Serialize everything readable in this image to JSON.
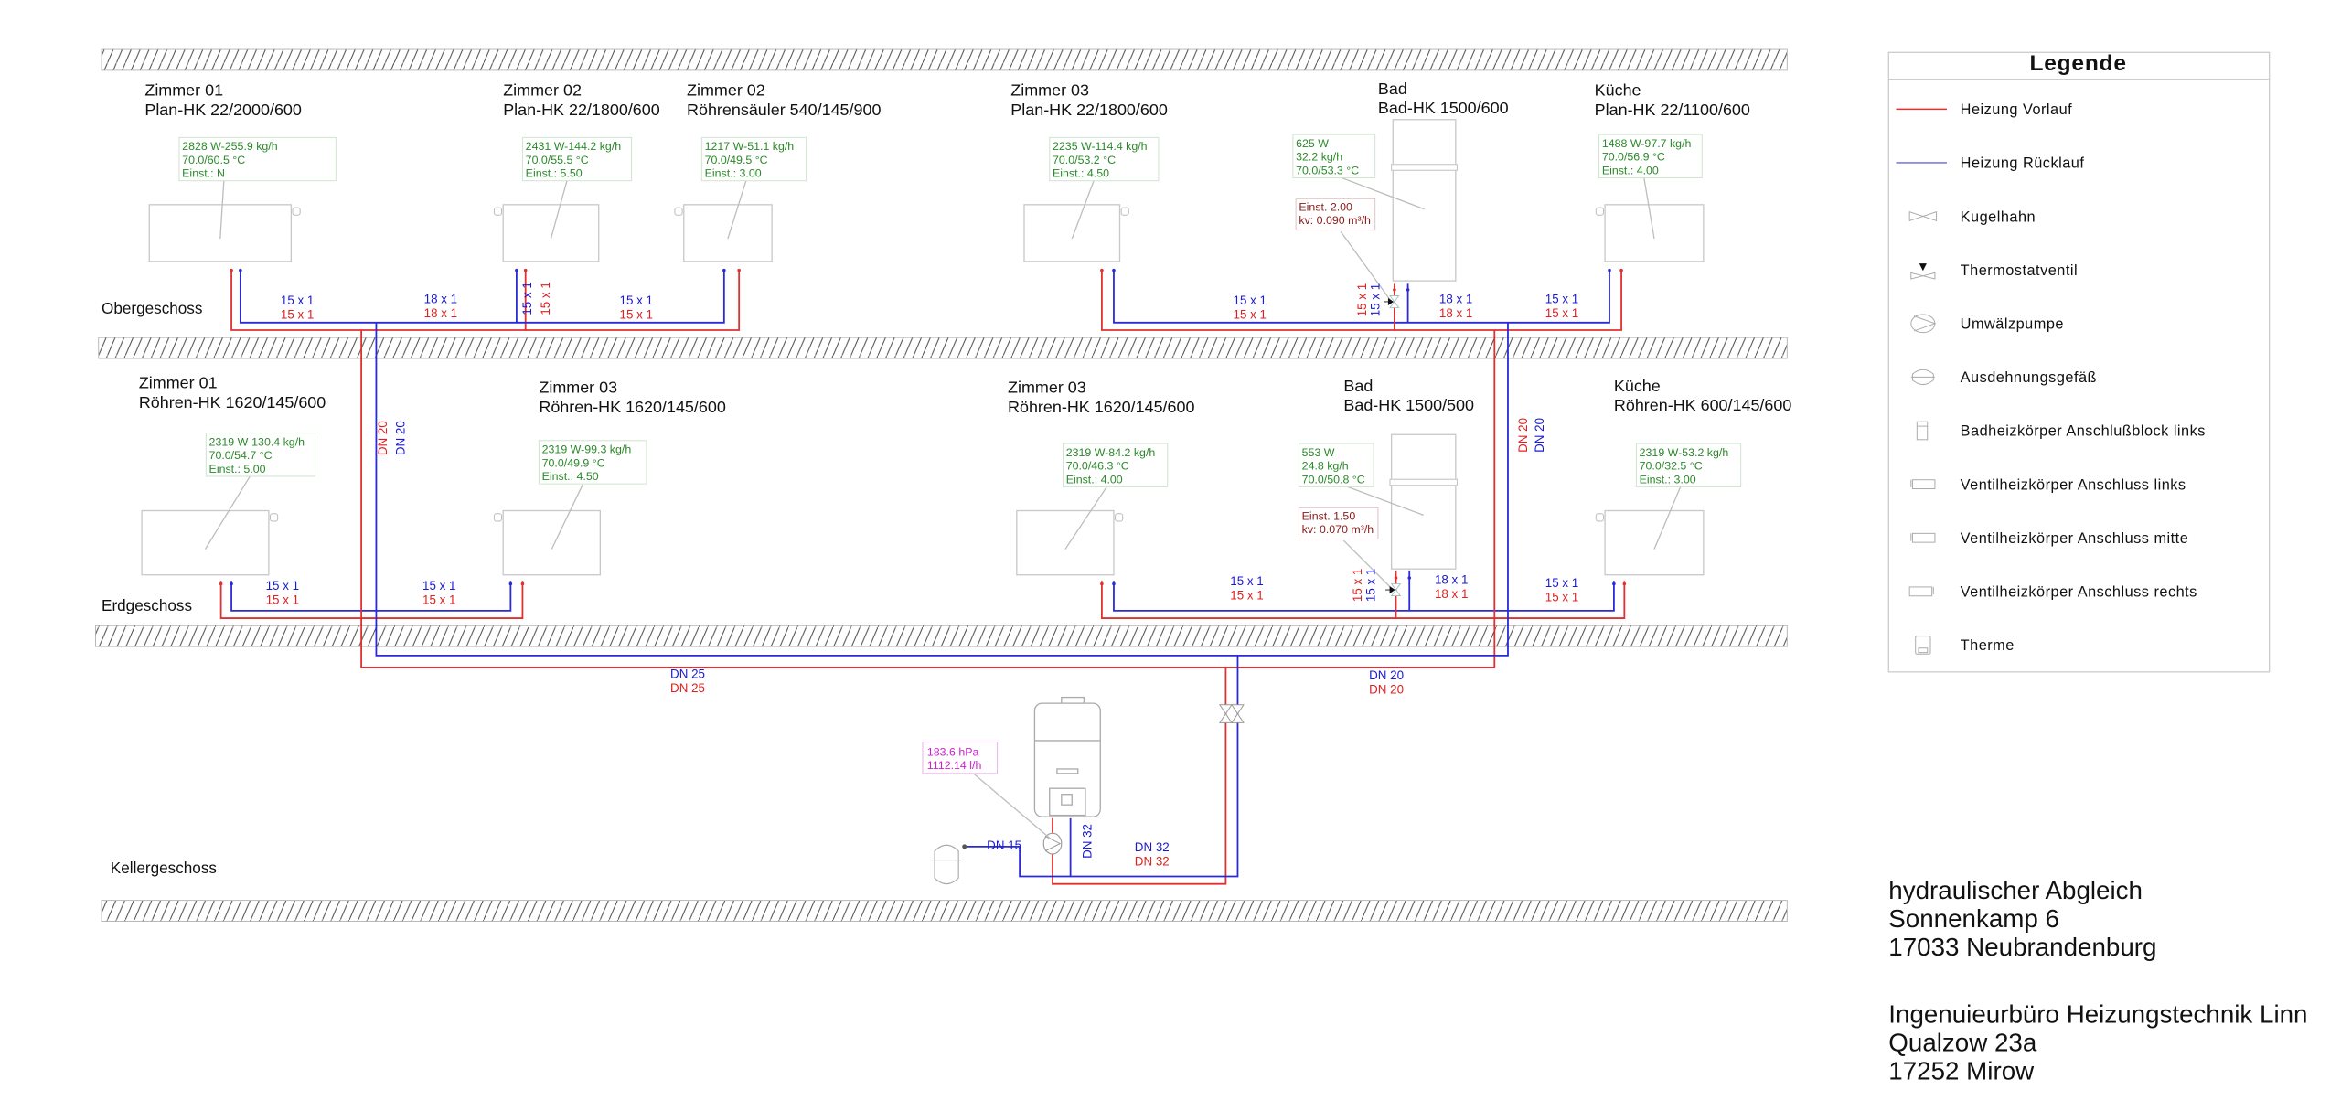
{
  "floors": {
    "og": "Obergeschoss",
    "eg": "Erdgeschoss",
    "kg": "Kellergeschoss"
  },
  "radiators": [
    {
      "room": "Zimmer 01",
      "type": "Plan-HK 22/2000/600",
      "info": [
        "2828 W-255.9 kg/h",
        "70.0/60.5 °C",
        "Einst.: N"
      ]
    },
    {
      "room": "Zimmer 02",
      "type": "Plan-HK 22/1800/600",
      "info": [
        "2431 W-144.2 kg/h",
        "70.0/55.5 °C",
        "Einst.: 5.50"
      ]
    },
    {
      "room": "Zimmer 02",
      "type": "Röhrensäuler 540/145/900",
      "info": [
        "1217 W-51.1 kg/h",
        "70.0/49.5 °C",
        "Einst.: 3.00"
      ]
    },
    {
      "room": "Zimmer 03",
      "type": "Plan-HK 22/1800/600",
      "info": [
        "2235 W-114.4 kg/h",
        "70.0/53.2 °C",
        "Einst.: 4.50"
      ]
    },
    {
      "room": "Bad",
      "type": "Bad-HK 1500/600",
      "info": [
        "625 W",
        "32.2 kg/h",
        "70.0/53.3 °C"
      ],
      "valve": [
        "Einst. 2.00",
        "kv: 0.090 m³/h"
      ]
    },
    {
      "room": "Küche",
      "type": "Plan-HK 22/1100/600",
      "info": [
        "1488 W-97.7 kg/h",
        "70.0/56.9 °C",
        "Einst.: 4.00"
      ]
    },
    {
      "room": "Zimmer 01",
      "type": "Röhren-HK 1620/145/600",
      "info": [
        "2319 W-130.4 kg/h",
        "70.0/54.7 °C",
        "Einst.: 5.00"
      ]
    },
    {
      "room": "Zimmer 03",
      "type": "Röhren-HK 1620/145/600",
      "info": [
        "2319 W-99.3 kg/h",
        "70.0/49.9 °C",
        "Einst.: 4.50"
      ]
    },
    {
      "room": "Zimmer 03",
      "type": "Röhren-HK 1620/145/600",
      "info": [
        "2319 W-84.2 kg/h",
        "70.0/46.3 °C",
        "Einst.: 4.00"
      ]
    },
    {
      "room": "Bad",
      "type": "Bad-HK 1500/500",
      "info": [
        "553 W",
        "24.8 kg/h",
        "70.0/50.8 °C"
      ],
      "valve": [
        "Einst. 1.50",
        "kv: 0.070 m³/h"
      ]
    },
    {
      "room": "Küche",
      "type": "Röhren-HK 600/145/600",
      "info": [
        "2319 W-53.2 kg/h",
        "70.0/32.5 °C",
        "Einst.: 3.00"
      ]
    }
  ],
  "pipe_labels": [
    {
      "blue": "15 x 1",
      "red": "15 x 1"
    },
    {
      "blue": "18 x 1",
      "red": "18 x 1"
    },
    {
      "blue": "15 x 1",
      "red": "15 x 1"
    },
    {
      "blue": "15 x 1",
      "red": "15 x 1"
    },
    {
      "blue": "18 x 1",
      "red": "18 x 1"
    },
    {
      "blue": "15 x 1",
      "red": "15 x 1"
    },
    {
      "blue": "15 x 1",
      "red": "15 x 1"
    },
    {
      "blue": "15 x 1",
      "red": "15 x 1"
    },
    {
      "blue": "15 x 1",
      "red": "15 x 1"
    },
    {
      "blue": "18 x 1",
      "red": "18 x 1"
    },
    {
      "blue": "15 x 1",
      "red": "15 x 1"
    },
    {
      "blue": "DN 25",
      "red": "DN 25"
    },
    {
      "blue": "DN 20",
      "red": "DN 20"
    },
    {
      "blue": "DN 32",
      "red": "DN 32"
    }
  ],
  "vertical_labels": [
    {
      "blue": "15 x 1",
      "red": "15 x 1"
    },
    {
      "blue": "15 x 1",
      "red": "15 x 1"
    },
    {
      "blue": "15 x 1",
      "red": "15 x 1"
    },
    {
      "blue": "DN 20",
      "red": "DN 20"
    },
    {
      "blue": "DN 20",
      "red": "DN 20"
    }
  ],
  "boiler": {
    "info": [
      "183.6 hPa",
      "1112.14 l/h"
    ],
    "return_label": "DN 32",
    "expansion_label": "DN 15"
  },
  "legend": {
    "title": "Legende",
    "items": [
      "Heizung Vorlauf",
      "Heizung Rücklauf",
      "Kugelhahn",
      "Thermostatventil",
      "Umwälzpumpe",
      "Ausdehnungsgefäß",
      "Badheizkörper Anschlußblock links",
      "Ventilheizkörper Anschluss links",
      "Ventilheizkörper Anschluss mitte",
      "Ventilheizkörper Anschluss rechts",
      "Therme"
    ]
  },
  "title_block": {
    "project": [
      "hydraulischer Abgleich",
      "Sonnenkamp 6",
      "17033 Neubrandenburg"
    ],
    "company": [
      "Ingenuieurbüro Heizungstechnik Linn",
      "Qualzow 23a",
      "17252 Mirow"
    ]
  },
  "colors": {
    "supply": "#e03030",
    "return": "#2a2ad8",
    "info": "#2a8a2a",
    "valve_info": "#8b1a1a",
    "pump_info": "#d020d0"
  }
}
